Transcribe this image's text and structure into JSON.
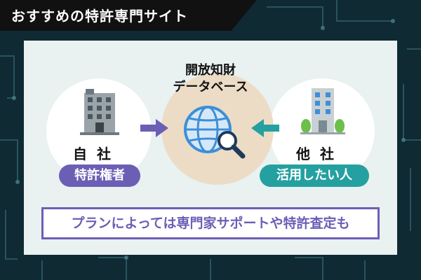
{
  "title": "おすすめの特許専門サイト",
  "database": {
    "line1": "開放知財",
    "line2": "データベース"
  },
  "left": {
    "name": "自社",
    "tag": "特許権者"
  },
  "right": {
    "name": "他社",
    "tag": "活用したい人"
  },
  "bottom_note": "プランによっては専門家サポートや特許査定も",
  "colors": {
    "purple": "#6b5fb5",
    "teal": "#25a0a0",
    "globe": "#3d8fd8",
    "panel": "#e9f1f1",
    "center": "#ecdcc6"
  },
  "icons": [
    "office-building-icon",
    "globe-search-icon",
    "arrow-right-icon",
    "arrow-left-icon"
  ]
}
